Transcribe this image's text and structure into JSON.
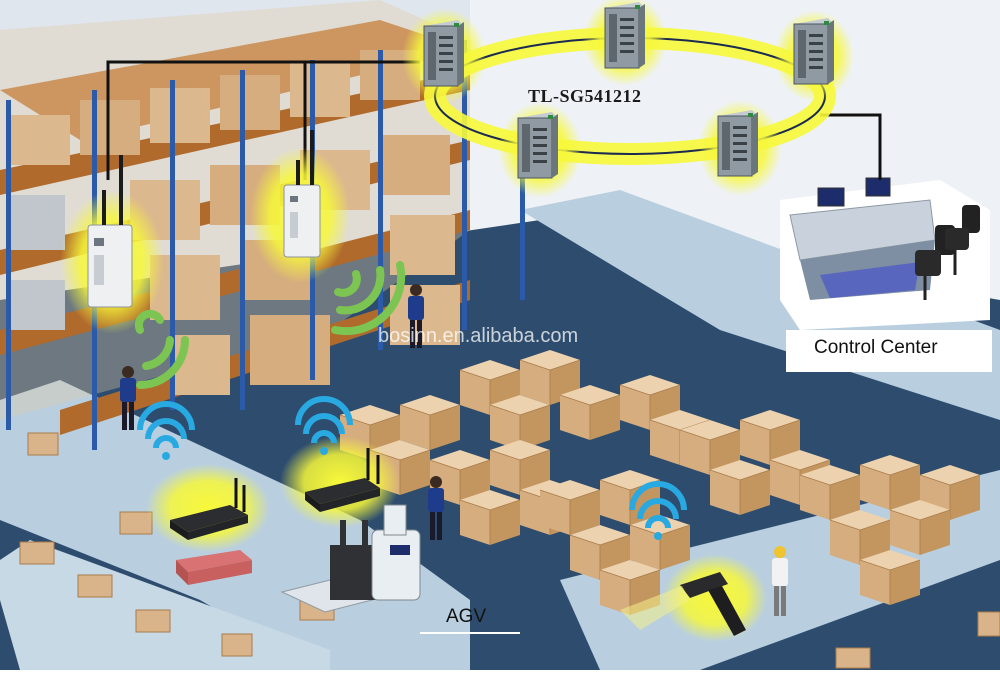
{
  "switch_ring": {
    "model_label": "TL-SG541212",
    "switch_icon": "industrial-switch-icon"
  },
  "control_center": {
    "label": "Control Center",
    "icon": "control-desk-icon"
  },
  "agv": {
    "label": "AGV",
    "icon": "agv-robot-icon"
  },
  "watermark": {
    "text": "bosinn.en.alibaba.com"
  },
  "devices": {
    "access_point_icon": "wireless-access-point-icon",
    "router_icon": "wireless-router-icon",
    "scanner_icon": "barcode-scanner-icon",
    "wifi_icon": "wifi-signal-icon"
  },
  "colors": {
    "highlight": "#f7f83a",
    "floor": "#2e4d6e",
    "conveyor": "#b9cfe0",
    "box": "#d9b48a",
    "shelf_frame": "#2a5aa8",
    "link": "#111111"
  }
}
